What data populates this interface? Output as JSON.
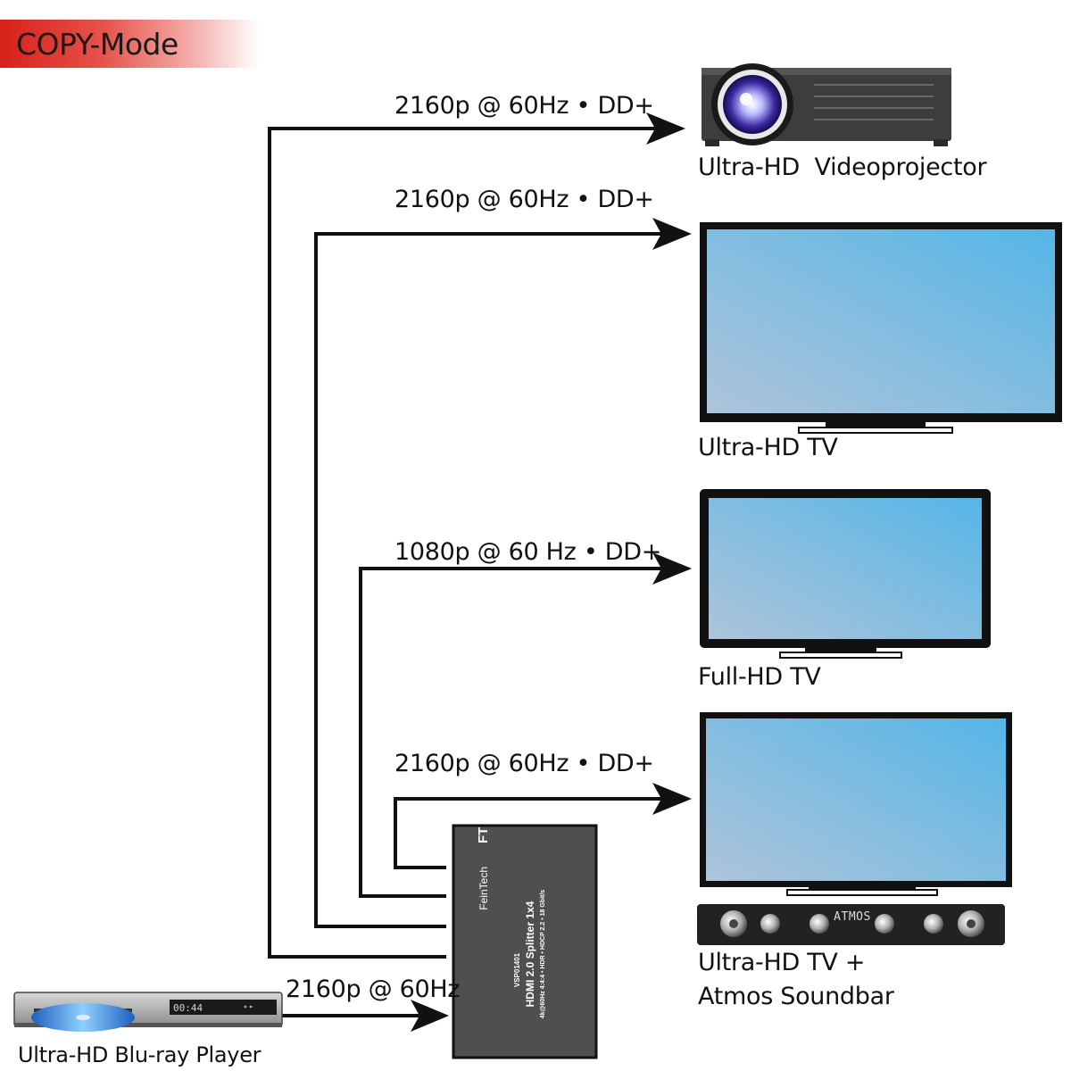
{
  "mode_title": "COPY-Mode",
  "colors": {
    "banner": "#d8201a",
    "cable": "#111111",
    "screen_top": "#5ab7e6",
    "screen_bottom": "#a9c4dc",
    "device_body": "#555555"
  },
  "source": {
    "name": "Ultra-HD Blu-ray Player",
    "display_readout": "00:44",
    "signal": "2160p @ 60Hz"
  },
  "splitter": {
    "brand": "FeinTech",
    "logo": "FT",
    "model": "VSP01401",
    "title": "HDMI 2.0 Splitter 1x4",
    "specs": "4k@60Hz 4:4:4 • HDR • HDCP 2.2 • 18 Gbit/s"
  },
  "outputs": [
    {
      "device": "Ultra-HD  Videoprojector",
      "signal": "2160p @ 60Hz  • DD+",
      "icon": "projector-icon"
    },
    {
      "device": "Ultra-HD TV",
      "signal": "2160p @ 60Hz • DD+",
      "icon": "tv-icon"
    },
    {
      "device": "Full-HD TV",
      "signal": "1080p @ 60 Hz • DD+",
      "icon": "tv-icon"
    },
    {
      "device_line1": "Ultra-HD TV +",
      "device_line2": "Atmos Soundbar",
      "signal": "2160p @ 60Hz • DD+",
      "icon": "tv-icon",
      "soundbar_label": "ATMOS"
    }
  ]
}
